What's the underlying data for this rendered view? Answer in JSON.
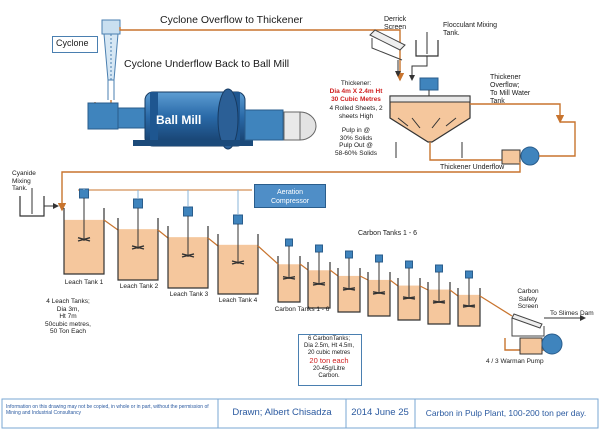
{
  "labels": {
    "cyclone_overflow": "Cyclone Overflow to Thickener",
    "cyclone_underflow": "Cyclone Underflow Back to Ball Mill",
    "cyclone": "Cyclone",
    "ball_mill": "Ball Mill",
    "derrick_screen": "Derrick\nScreen",
    "flocculant_tank": "Flocculant Mixing\nTank.",
    "thickener_overflow": "Thickener\nOverflow;\nTo Mill Water\nTank",
    "thickener_underflow": "Thickener Underflow",
    "cyanide_tank": "Cyanide\nMixing\nTank.",
    "aeration_compressor": "Aeration\nCompressor",
    "leach_tank_1": "Leach Tank 1",
    "leach_tank_2": "Leach Tank 2",
    "leach_tank_3": "Leach Tank 3",
    "leach_tank_4": "Leach Tank 4",
    "carbon_tanks_top": "Carbon Tanks   1 - 6",
    "carbon_tanks_bottom": "Carbon Tanks 1 - 6",
    "carbon_safety_screen": "Carbon\nSafety\nScreen",
    "to_slimes_dam": "To Slimes Dam",
    "warman_pump": "4 / 3 Warman Pump"
  },
  "thickener_spec": {
    "line1": "Thickener:",
    "line2": "Dia 4m X 2.4m Ht",
    "line3": "30 Cubic Metres",
    "line4": "4 Rolled Sheets, 2\nsheets High",
    "line5": "Pulp in @\n30% Solids\nPulp Out @\n58-60% Solids"
  },
  "leach_spec": "4 Leach Tanks;\nDia 3m,\nHt 7m\n50cubic metres,\n50 Ton Each",
  "carbon_spec": {
    "line1": "6 CarbonTanks;\nDia 2.5m, Ht 4.5m,\n20 cubic metres",
    "line2": "20 ton each",
    "line3": "20-45g/Litre\nCarbon."
  },
  "footer": {
    "notice": "Information on this drawing may not be copied, in whole or in part, without the permission of Mining and Industrial Consultancy",
    "drawn": "Drawn; Albert Chisadza",
    "date": "2014 June 25",
    "title": "Carbon in Pulp Plant, 100-200 ton per day."
  },
  "colors": {
    "pipe": "#c8742e",
    "tank_fill": "#f5c79d",
    "tank_outline": "#333333",
    "equipment_blue": "#3f84bd",
    "accent_red": "#d01f1f",
    "footer_text": "#2b5aa0"
  }
}
